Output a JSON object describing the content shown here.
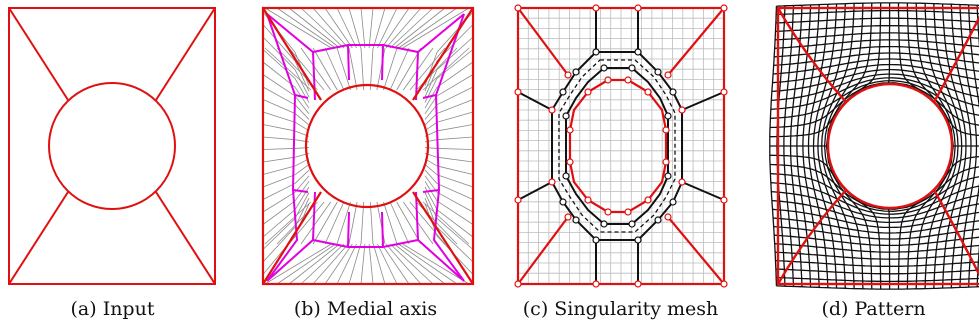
{
  "colors": {
    "boundary": "#e01010",
    "medial_axis": "#e000e0",
    "triangulation": "#8a8a8a",
    "mesh_edge": "#111111",
    "mesh_grid": "#bdbdbd",
    "pattern_line": "#111111"
  },
  "panels": [
    {
      "id": "input",
      "caption": "(a) Input"
    },
    {
      "id": "medial",
      "caption": "(b) Medial axis"
    },
    {
      "id": "singularity",
      "caption": "(c) Singularity mesh"
    },
    {
      "id": "pattern",
      "caption": "(d) Pattern"
    }
  ]
}
